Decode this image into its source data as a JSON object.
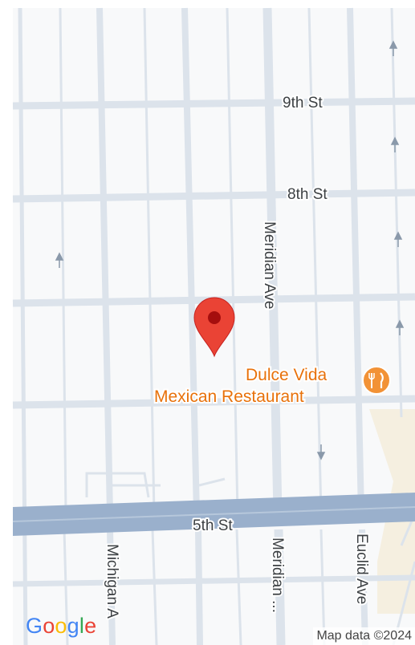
{
  "map": {
    "streets": {
      "ninth": "9th St",
      "eighth": "8th St",
      "fifth": "5th St",
      "meridian_upper": "Meridian Ave",
      "meridian_lower": "Meridian ...",
      "michigan": "Michigan A",
      "euclid": "Euclid Ave"
    },
    "poi": {
      "line1": "Dulce Vida",
      "line2": "Mexican Restaurant",
      "icon": "restaurant-icon",
      "color": "#E8710A"
    },
    "marker": {
      "icon": "location-pin-icon",
      "color": "#EA4335"
    },
    "colors": {
      "background": "#F8F9FA",
      "street": "#DCE3EB",
      "major_road": "#9AB0CC",
      "park": "#F5EFE0"
    }
  },
  "branding": {
    "logo_letters": [
      "G",
      "o",
      "o",
      "g",
      "l",
      "e"
    ],
    "copyright": "Map data ©2024"
  }
}
